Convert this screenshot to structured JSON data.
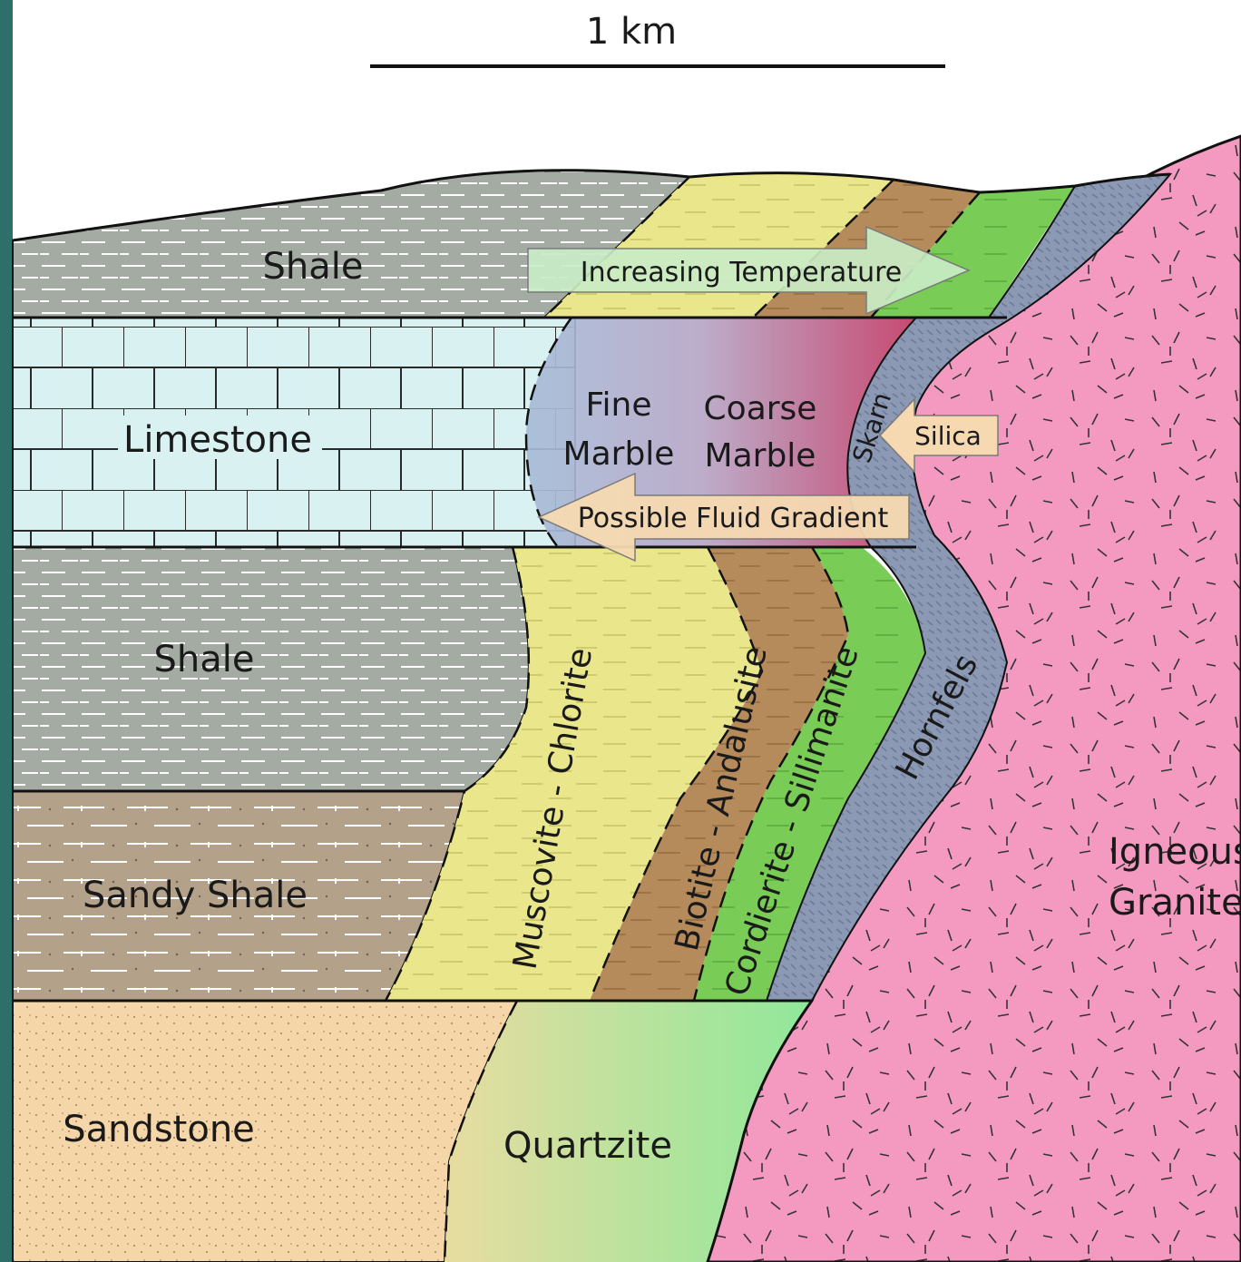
{
  "scale_bar": {
    "label": "1 km"
  },
  "layers": {
    "shale_top": "Shale",
    "limestone": "Limestone",
    "shale_middle": "Shale",
    "sandy_shale": "Sandy Shale",
    "sandstone": "Sandstone"
  },
  "zones": {
    "fine_marble": [
      "Fine",
      "Marble"
    ],
    "coarse_marble": [
      "Coarse",
      "Marble"
    ],
    "skarn": "Skarn",
    "hornfels": "Hornfels",
    "muscovite_chlorite": "Muscovite - Chlorite",
    "biotite_andalusite": "Biotite - Andalusite",
    "cordierite_sillimanite": "Cordierite - Sillimanite",
    "quartzite": "Quartzite",
    "igneous_granite": [
      "Igneous",
      "Granite"
    ]
  },
  "arrows": {
    "increasing_temperature": "Increasing Temperature",
    "silica": "Silica",
    "possible_fluid_gradient": "Possible Fluid Gradient"
  },
  "colors": {
    "shale": "#a3aba3",
    "limestone": "#d9f1f1",
    "sandy_shale": "#b3a289",
    "sandstone": "#f5d6a8",
    "muscovite_chlorite": "#e9e68c",
    "biotite_andalusite": "#b58b5c",
    "cordierite_sillimanite": "#79cc55",
    "hornfels": "#8b99b4",
    "granite": "#f49ac1",
    "quartzite": "#dfe9b1",
    "arrow_temperature": "#c9ecc6",
    "arrow_fluid": "#f6d9b1"
  }
}
